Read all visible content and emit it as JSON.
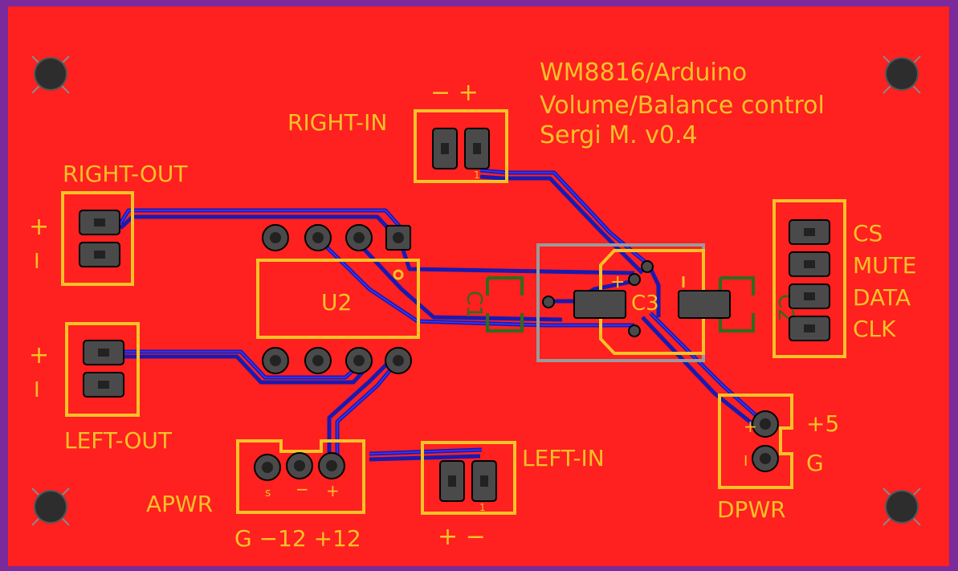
{
  "title_lines": [
    "WM8816/Arduino",
    "Volume/Balance control",
    "Sergi M. v0.4"
  ],
  "labels": {
    "right_in": "RIGHT-IN",
    "right_in_polarity": "−  +",
    "right_out": "RIGHT-OUT",
    "left_out": "LEFT-OUT",
    "left_in": "LEFT-IN",
    "left_in_polarity": "+  −",
    "apwr": "APWR",
    "apwr_rails": "G  −12  +12",
    "dpwr": "DPWR",
    "dpwr_5v": "+5",
    "dpwr_g": "G",
    "cs": "CS",
    "mute": "MUTE",
    "data": "DATA",
    "clk": "CLK",
    "u2": "U2",
    "c3": "C3",
    "c1": "C1",
    "c2": "C2",
    "plus": "+",
    "minus": "I",
    "pin1": "1",
    "s": "s",
    "dash": "−"
  },
  "colors": {
    "board": "#ff2020",
    "silkscreen": "#f7c227",
    "trace": "#1a1ab0",
    "pad": "#4a4a4a",
    "courtyard": "#9a9a9a",
    "cap_outline": "#2e6b1e",
    "board_edge": "#7a2a9a"
  }
}
